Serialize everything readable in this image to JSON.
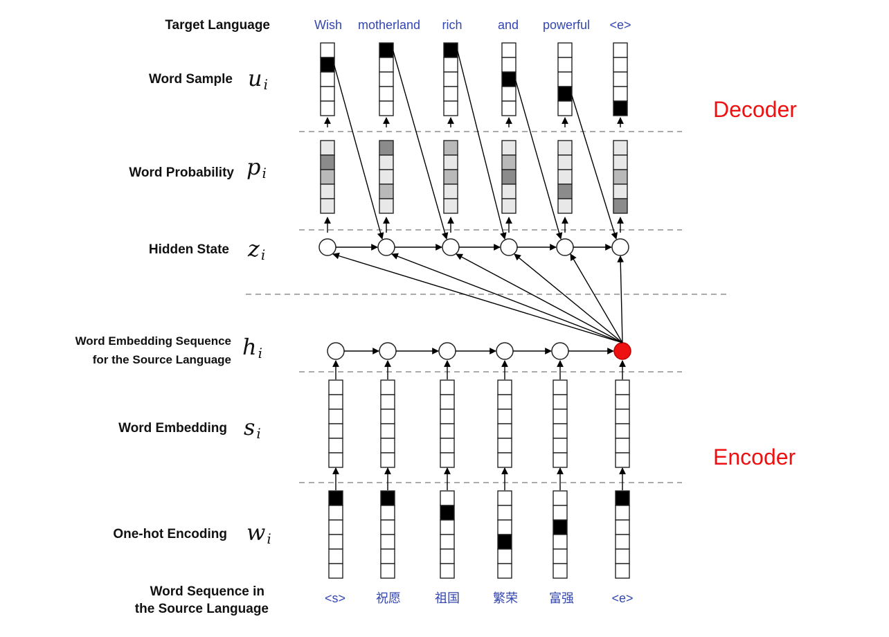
{
  "labels": {
    "target_language": "Target Language",
    "word_sample": "Word Sample",
    "word_probability": "Word Probability",
    "hidden_state": "Hidden State",
    "embedding_seq_line1": "Word Embedding Sequence",
    "embedding_seq_line2": "for the Source Language",
    "word_embedding": "Word Embedding",
    "one_hot": "One-hot Encoding",
    "source_seq_line1": "Word Sequence in",
    "source_seq_line2": "the Source Language"
  },
  "symbols": {
    "u": {
      "base": "u",
      "sub": "i"
    },
    "p": {
      "base": "p",
      "sub": "i"
    },
    "z": {
      "base": "z",
      "sub": "i"
    },
    "h": {
      "base": "h",
      "sub": "i"
    },
    "s": {
      "base": "s",
      "sub": "i"
    },
    "w": {
      "base": "w",
      "sub": "i"
    }
  },
  "sections": {
    "decoder": "Decoder",
    "encoder": "Encoder"
  },
  "target_words": [
    "Wish",
    "motherland",
    "rich",
    "and",
    "powerful",
    "<e>"
  ],
  "source_words": [
    "<s>",
    "祝愿",
    "祖国",
    "繁荣",
    "富强",
    "<e>"
  ],
  "decoder_samples_active_cell": [
    1,
    0,
    0,
    2,
    3,
    4
  ],
  "decoder_prob_shades": [
    [
      "light",
      "dark",
      "mid",
      "light",
      "light"
    ],
    [
      "dark",
      "light",
      "light",
      "mid",
      "light"
    ],
    [
      "mid",
      "light",
      "mid",
      "light",
      "light"
    ],
    [
      "light",
      "mid",
      "dark",
      "light",
      "light"
    ],
    [
      "light",
      "light",
      "light",
      "dark",
      "light"
    ],
    [
      "light",
      "light",
      "mid",
      "light",
      "dark"
    ]
  ],
  "onehot_active_cell": [
    0,
    0,
    1,
    3,
    2,
    0
  ],
  "colors": {
    "final_state": "#ee1111",
    "section_label": "#ee1111",
    "word_text": "#3346b0",
    "cell_on": "#000000",
    "shade_light": "#e8e8e8",
    "shade_mid": "#b9b9b9",
    "shade_dark": "#8b8b8b"
  }
}
